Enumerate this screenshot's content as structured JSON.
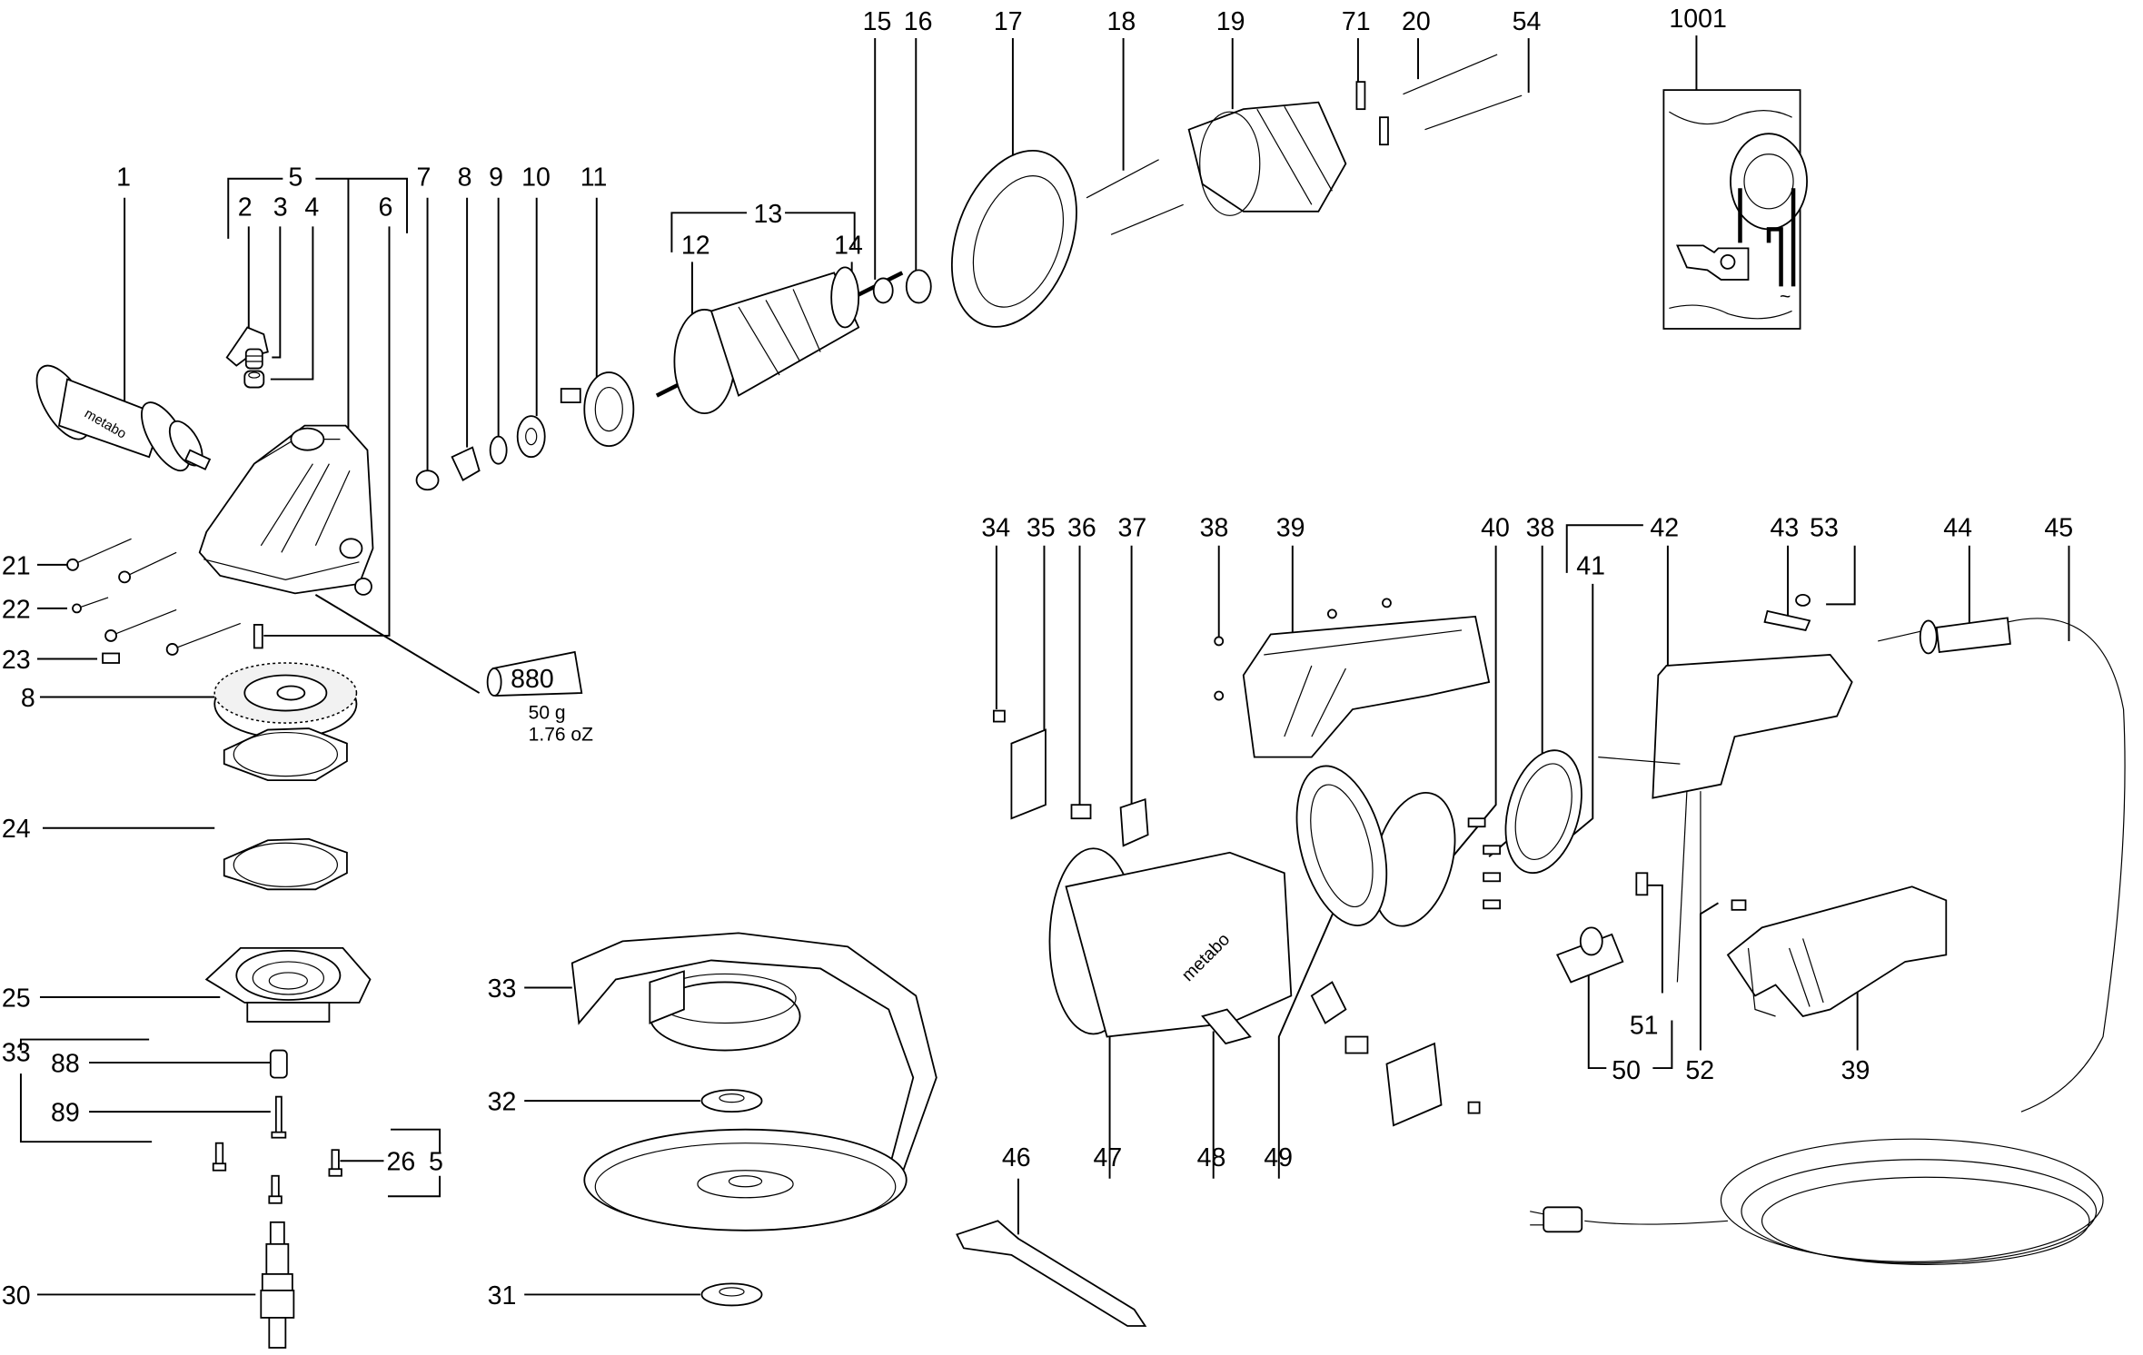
{
  "diagram": {
    "type": "exploded-parts-diagram",
    "subject": "angle grinder",
    "brand_marking": "metabo",
    "labels": {
      "p1": "1",
      "p2": "2",
      "p3": "3",
      "p4": "4",
      "p5": "5",
      "p6": "6",
      "p7": "7",
      "p8": "8",
      "p9": "9",
      "p10": "10",
      "p11": "11",
      "p12": "12",
      "p13": "13",
      "p14": "14",
      "p15": "15",
      "p16": "16",
      "p17": "17",
      "p18": "18",
      "p19": "19",
      "p71": "71",
      "p20": "20",
      "p54": "54",
      "p1001": "1001",
      "p21": "21",
      "p22": "22",
      "p23": "23",
      "p8b": "8",
      "p24": "24",
      "p25": "25",
      "p33a": "33",
      "p88": "88",
      "p89": "89",
      "p26": "26",
      "p5b": "5",
      "p30": "30",
      "p33b": "33",
      "p32": "32",
      "p31": "31",
      "p34": "34",
      "p35": "35",
      "p36": "36",
      "p37": "37",
      "p38a": "38",
      "p39a": "39",
      "p40": "40",
      "p38b": "38",
      "p41": "41",
      "p42": "42",
      "p43": "43",
      "p53": "53",
      "p44": "44",
      "p45": "45",
      "p46": "46",
      "p47": "47",
      "p48": "48",
      "p49": "49",
      "p50": "50",
      "p51": "51",
      "p52": "52",
      "p39b": "39"
    },
    "grease_tube": {
      "code": "880",
      "weight_metric": "50 g",
      "weight_imperial": "1.76 oZ"
    },
    "wiring_inset": {
      "label": "1001",
      "ac_symbol": "~"
    }
  }
}
